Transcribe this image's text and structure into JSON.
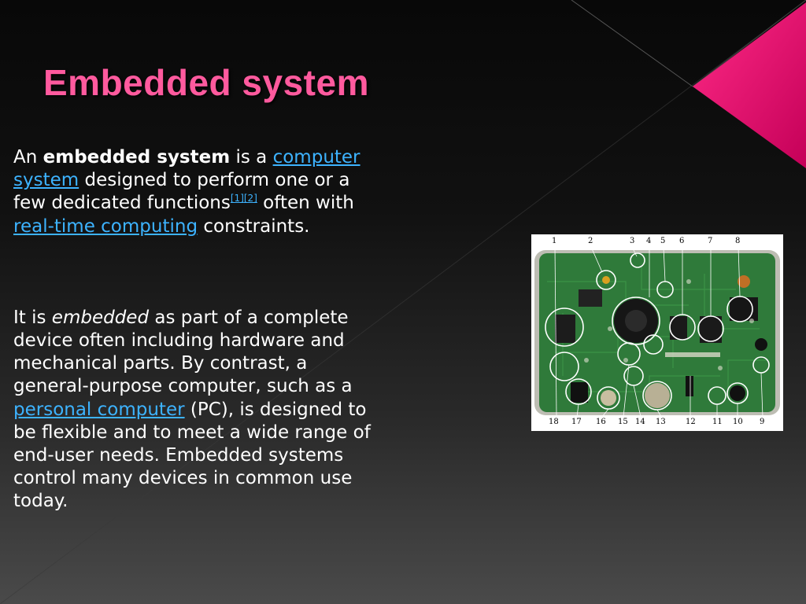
{
  "slide": {
    "title": "Embedded system",
    "accent_color": "#ff1a75",
    "link_color": "#3db3ff"
  },
  "paragraph1": {
    "t1": "An ",
    "bold": "embedded system",
    "t2": " is a ",
    "link1": "computer system",
    "t3": " designed to perform one or a few dedicated functions",
    "ref1": "[1]",
    "ref2": "[2]",
    "t4": " often with ",
    "link2": "real-time computing",
    "t5": " constraints."
  },
  "paragraph2": {
    "t1": "It is ",
    "italic": "embedded",
    "t2": " as part of a complete device often including hardware and mechanical parts. By contrast, a general-purpose computer, such as a ",
    "link1": "personal computer",
    "t3": " (PC), is designed to be flexible and to meet a wide range of end-user needs. Embedded systems control many devices in common use today."
  },
  "figure": {
    "callouts_top": [
      "1",
      "2",
      "3",
      "4",
      "5",
      "6",
      "7",
      "8"
    ],
    "callouts_bottom": [
      "18",
      "17",
      "16",
      "15",
      "14",
      "13",
      "12",
      "11",
      "10",
      "9"
    ]
  }
}
